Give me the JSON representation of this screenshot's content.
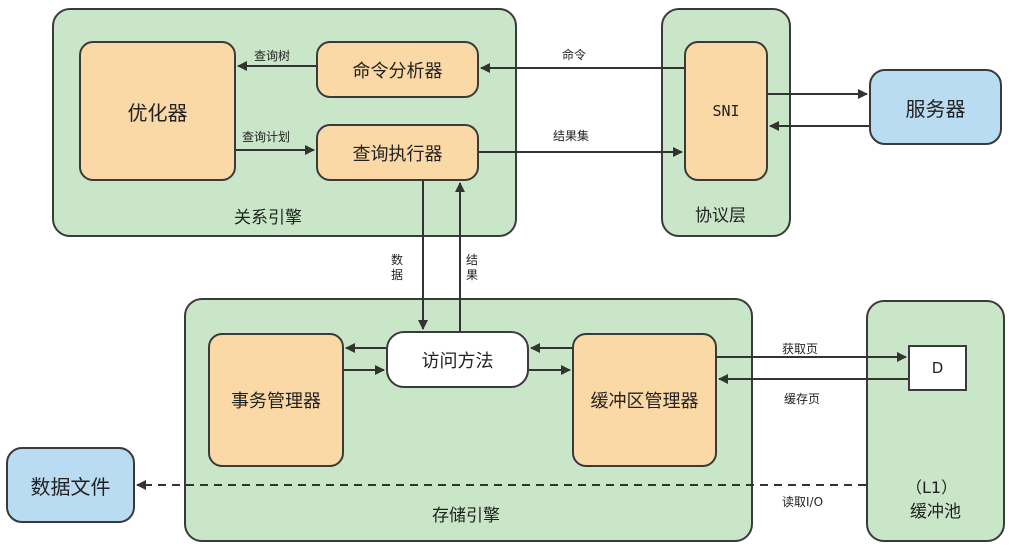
{
  "relational_engine": {
    "title": "关系引擎",
    "optimizer": "优化器",
    "command_parser": "命令分析器",
    "query_executor": "查询执行器",
    "edge_query_tree": "查询树",
    "edge_query_plan": "查询计划"
  },
  "protocol_layer": {
    "title": "协议层",
    "sni": "SNI"
  },
  "server": "服务器",
  "edge_command": "命令",
  "edge_result_set": "结果集",
  "edge_data": "数据",
  "edge_result": "结果",
  "storage_engine": {
    "title": "存储引擎",
    "transaction_manager": "事务管理器",
    "access_method": "访问方法",
    "buffer_manager": "缓冲区管理器"
  },
  "buffer_pool": {
    "level": "（L1）",
    "title": "缓冲池",
    "page_box": "D"
  },
  "edge_get_page": "获取页",
  "edge_cache_page": "缓存页",
  "edge_read_io": "读取I/O",
  "data_file": "数据文件"
}
